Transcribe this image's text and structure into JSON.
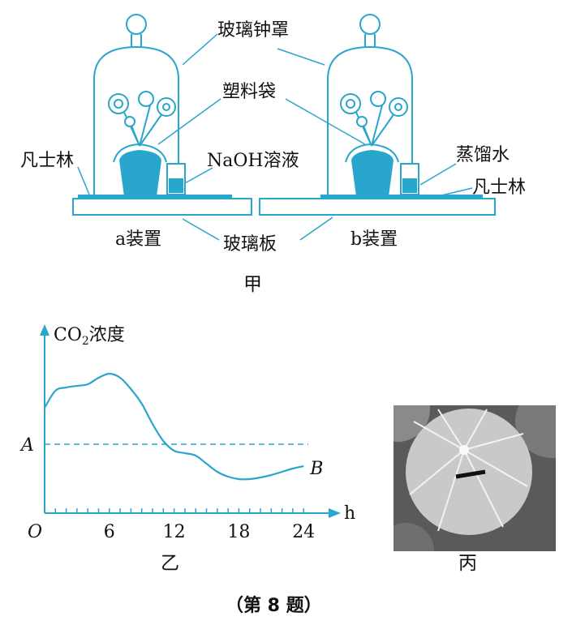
{
  "figure_jia": {
    "labels": {
      "bell_jar": "玻璃钟罩",
      "plastic_bag": "塑料袋",
      "vaseline_left": "凡士林",
      "naoh": "NaOH溶液",
      "distilled_water": "蒸馏水",
      "vaseline_right": "凡士林",
      "device_a": "a装置",
      "glass_plate": "玻璃板",
      "device_b": "b装置"
    },
    "caption": "甲"
  },
  "figure_yi": {
    "caption": "乙",
    "chart_data": {
      "type": "line",
      "ylabel_prefix": "CO",
      "ylabel_sub": "2",
      "ylabel_suffix": "浓度",
      "xlabel": "h",
      "origin_label": "O",
      "x_ticks": [
        "6",
        "12",
        "18",
        "24"
      ],
      "xlim": [
        0,
        24
      ],
      "ref_line_label": "A",
      "end_label": "B",
      "curve_color": "#29a6cc",
      "x": [
        0,
        1,
        2,
        3,
        4,
        5,
        6,
        7,
        8,
        9,
        10,
        11,
        12,
        13,
        14,
        15,
        16,
        17,
        18,
        19,
        20,
        21,
        22,
        23,
        24
      ],
      "y": [
        0.45,
        0.66,
        0.7,
        0.72,
        0.74,
        0.82,
        0.87,
        0.82,
        0.68,
        0.5,
        0.25,
        0.04,
        -0.08,
        -0.11,
        -0.14,
        -0.24,
        -0.34,
        -0.4,
        -0.43,
        -0.43,
        -0.41,
        -0.38,
        -0.34,
        -0.3,
        -0.27
      ]
    }
  },
  "figure_bing": {
    "caption": "丙"
  },
  "question_caption": "（第 8 题）"
}
